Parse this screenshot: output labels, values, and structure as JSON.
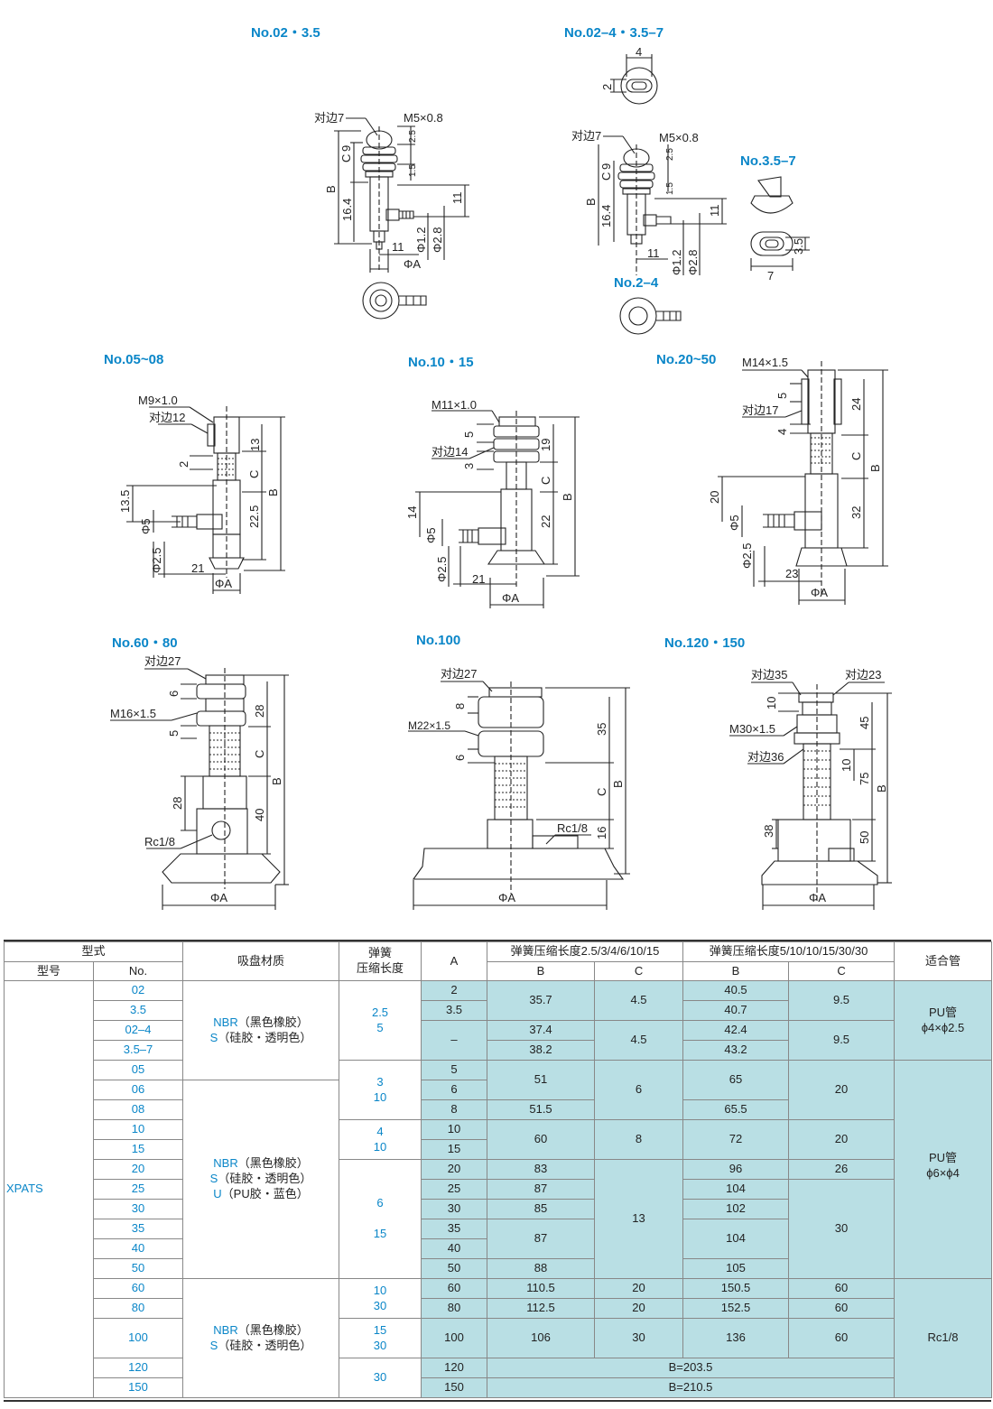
{
  "titles": {
    "t0235": "No.02・3.5",
    "t02435": "No.02–4・3.5–7",
    "t357": "No.3.5–7",
    "t24": "No.2–4",
    "t0508": "No.05~08",
    "t1015": "No.10・15",
    "t2050": "No.20~50",
    "t6080": "No.60・80",
    "t100": "No.100",
    "t120150": "No.120・150"
  },
  "labels": {
    "d1_hex": "对边7",
    "d1_thread": "M5×0.8",
    "d1_25": "2.5",
    "d1_c": "C",
    "d1_9": "9",
    "d1_15": "1.5",
    "d1_b": "B",
    "d1_164": "16.4",
    "d1_11a": "11",
    "d1_11b": "11",
    "d1_phi12": "Φ1.2",
    "d1_phi28": "Φ2.8",
    "d1_phia": "ΦA",
    "d2_4": "4",
    "d2_2": "2",
    "d2_hex": "对边7",
    "d2_thread": "M5×0.8",
    "d2_25": "2.5",
    "d2_c": "C",
    "d2_9": "9",
    "d2_15": "1.5",
    "d2_b": "B",
    "d2_164": "16.4",
    "d2_11a": "11",
    "d2_11b": "11",
    "d2_phi12": "Φ1.2",
    "d2_phi28": "Φ2.8",
    "d3_35": "3.5",
    "d3_7": "7",
    "d5_thread": "M9×1.0",
    "d5_hex": "对边12",
    "d5_13": "13",
    "d5_2": "2",
    "d5_c": "C",
    "d5_b": "B",
    "d5_135": "13.5",
    "d5_phi5": "Φ5",
    "d5_225": "22.5",
    "d5_phi25": "Φ2.5",
    "d5_21": "21",
    "d5_phia": "ΦA",
    "d6_thread": "M11×1.0",
    "d6_5": "5",
    "d6_hex": "对边14",
    "d6_3": "3",
    "d6_19": "19",
    "d6_c": "C",
    "d6_b": "B",
    "d6_14": "14",
    "d6_phi5": "Φ5",
    "d6_22": "22",
    "d6_phi25": "Φ2.5",
    "d6_21": "21",
    "d6_phia": "ΦA",
    "d7_thread": "M14×1.5",
    "d7_5": "5",
    "d7_hex": "对边17",
    "d7_4": "4",
    "d7_24": "24",
    "d7_c": "C",
    "d7_b": "B",
    "d7_20": "20",
    "d7_phi5": "Φ5",
    "d7_32": "32",
    "d7_phi25": "Φ2.5",
    "d7_23": "23",
    "d7_phia": "ΦA",
    "d8_hex": "对边27",
    "d8_6": "6",
    "d8_thread": "M16×1.5",
    "d8_28a": "28",
    "d8_5": "5",
    "d8_c": "C",
    "d8_b": "B",
    "d8_28b": "28",
    "d8_40": "40",
    "d8_rc": "Rc1/8",
    "d8_phia": "ΦA",
    "d9_hex": "对边27",
    "d9_8": "8",
    "d9_thread": "M22×1.5",
    "d9_35": "35",
    "d9_6": "6",
    "d9_c": "C",
    "d9_b": "B",
    "d9_rc": "Rc1/8",
    "d9_16": "16",
    "d9_phia": "ΦA",
    "d10_hex35": "对边35",
    "d10_hex23": "对边23",
    "d10_10a": "10",
    "d10_thread": "M30×1.5",
    "d10_45": "45",
    "d10_hex36": "对边36",
    "d10_10b": "10",
    "d10_75": "75",
    "d10_b": "B",
    "d10_38": "38",
    "d10_50": "50",
    "d10_phia": "ΦA"
  },
  "table": {
    "h_type": "型式",
    "h_model": "型号",
    "h_no": "No.",
    "h_material": "吸盘材质",
    "h_spring": "弹簧\n压缩长度",
    "h_a": "A",
    "h_g1": "弹簧压缩长度2.5/3/4/6/10/15",
    "h_g2": "弹簧压缩长度5/10/10/15/30/30",
    "h_b1": "B",
    "h_c1": "C",
    "h_b2": "B",
    "h_c2": "C",
    "h_tube": "适合管",
    "model": "XPATS",
    "nos": [
      "02",
      "3.5",
      "02–4",
      "3.5–7",
      "05",
      "06",
      "08",
      "10",
      "15",
      "20",
      "25",
      "30",
      "35",
      "40",
      "50",
      "60",
      "80",
      "100",
      "120",
      "150"
    ],
    "mat1_a": "NBR",
    "mat1_b": "（黑色橡胶）",
    "mat1_c": "S",
    "mat1_d": "（硅胶・透明色）",
    "mat2_a": "NBR",
    "mat2_b": "（黑色橡胶）",
    "mat2_c": "S",
    "mat2_d": "（硅胶・透明色）",
    "mat2_e": "U",
    "mat2_f": "（PU胶・蓝色）",
    "mat3_a": "NBR",
    "mat3_b": "（黑色橡胶）",
    "mat3_c": "S",
    "mat3_d": "（硅胶・透明色）",
    "sp1": "2.5\n5",
    "sp2": "3\n10",
    "sp3": "4\n10",
    "sp4": "6\n\n15",
    "sp5": "10\n30",
    "sp6": "15\n30",
    "sp7": "30",
    "a": [
      "2",
      "3.5",
      "–",
      "5",
      "6",
      "8",
      "10",
      "15",
      "20",
      "25",
      "30",
      "35",
      "40",
      "50",
      "60",
      "80",
      "100",
      "120",
      "150"
    ],
    "b1": [
      "35.7",
      "37.4",
      "38.2",
      "51",
      "51.5",
      "60",
      "83",
      "87",
      "85",
      "87",
      "88",
      "110.5",
      "112.5",
      "106"
    ],
    "c1": [
      "4.5",
      "4.5",
      "6",
      "8",
      "13",
      "20",
      "20",
      "30"
    ],
    "b2": [
      "40.5",
      "40.7",
      "42.4",
      "43.2",
      "65",
      "65.5",
      "72",
      "96",
      "104",
      "102",
      "104",
      "105",
      "150.5",
      "152.5",
      "136"
    ],
    "c2": [
      "9.5",
      "9.5",
      "20",
      "20",
      "26",
      "30",
      "60",
      "60",
      "60"
    ],
    "b120": "B=203.5",
    "b150": "B=210.5",
    "tube1": "PU管\nϕ4×ϕ2.5",
    "tube2": "PU管\nϕ6×ϕ4",
    "tube3": "Rc1/8"
  }
}
